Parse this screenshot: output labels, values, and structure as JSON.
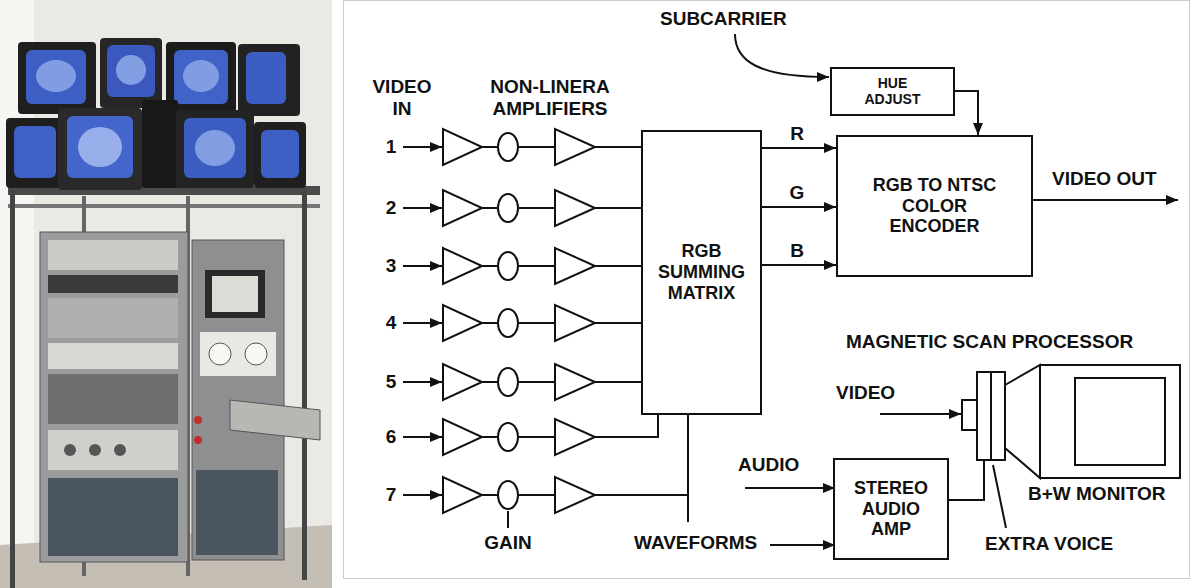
{
  "diagram": {
    "nodes": [
      {
        "text": [
          "RGB SUMMING MATRIX"
        ]
      },
      {
        "text": [
          "HUE ADJUST"
        ]
      },
      {
        "text": [
          "RGB TO NTSC COLOR ENCODER"
        ]
      },
      {
        "text": [
          "STEREO AUDIO AMP"
        ]
      }
    ],
    "edges": [
      {
        "from": 0,
        "to": 2,
        "label": "R",
        "arrow": "to"
      },
      {
        "from": 0,
        "to": 2,
        "label": "G",
        "arrow": "to"
      },
      {
        "from": 0,
        "to": 2,
        "label": "B",
        "arrow": "to"
      },
      {
        "from": 1,
        "to": 2,
        "arrow": "to"
      }
    ],
    "labels": [
      "VIDEO IN",
      "NON-LINERA AMPLIFIERS",
      "SUBCARRIER",
      "1",
      "2",
      "3",
      "4",
      "5",
      "6",
      "7",
      "GAIN",
      "WAVEFORMS",
      "VIDEO OUT",
      "MAGNETIC SCAN PROCESSOR",
      "VIDEO",
      "AUDIO",
      "EXTRA VOICE",
      "B+W MONITOR"
    ]
  }
}
